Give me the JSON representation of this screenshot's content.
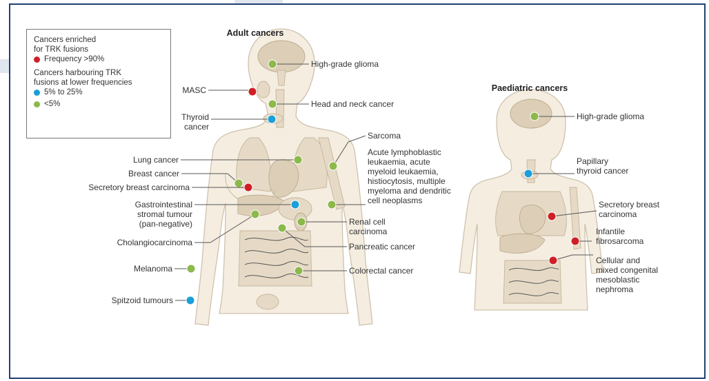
{
  "legend": {
    "enriched_heading": "Cancers enriched\nfor TRK fusions",
    "high_label": "Frequency >90%",
    "lower_heading": "Cancers harbouring TRK\nfusions at lower frequencies",
    "mid_label": "5% to 25%",
    "low_label": "<5%"
  },
  "colors": {
    "high": "#cf1f26",
    "mid": "#1a9fd8",
    "low": "#8db84a"
  },
  "adult": {
    "title": "Adult cancers",
    "labels": {
      "high_grade_glioma": "High-grade glioma",
      "masc": "MASC",
      "head_and_neck": "Head and neck cancer",
      "thyroid": "Thyroid\ncancer",
      "sarcoma": "Sarcoma",
      "leukaemia": "Acute lymphoblastic\nleukaemia, acute\nmyeloid leukaemia,\nhistiocytosis, multiple\nmyeloma and dendritic\ncell neoplasms",
      "lung": "Lung cancer",
      "breast": "Breast cancer",
      "secretory_breast": "Secretory breast carcinoma",
      "gist": "Gastrointestinal\nstromal tumour\n(pan-negative)",
      "renal": "Renal cell\ncarcinoma",
      "cholangio": "Cholangiocarcinoma",
      "pancreatic": "Pancreatic cancer",
      "melanoma": "Melanoma",
      "colorectal": "Colorectal cancer",
      "spitzoid": "Spitzoid tumours"
    }
  },
  "paediatric": {
    "title": "Paediatric cancers",
    "labels": {
      "high_grade_glioma": "High-grade glioma",
      "papillary_thyroid": "Papillary\nthyroid cancer",
      "secretory_breast": "Secretory breast\ncarcinoma",
      "infantile_fibrosarcoma": "Infantile\nfibrosarcoma",
      "mesoblastic_nephroma": "Cellular and\nmixed congenital\nmesoblastic\nnephroma"
    }
  }
}
